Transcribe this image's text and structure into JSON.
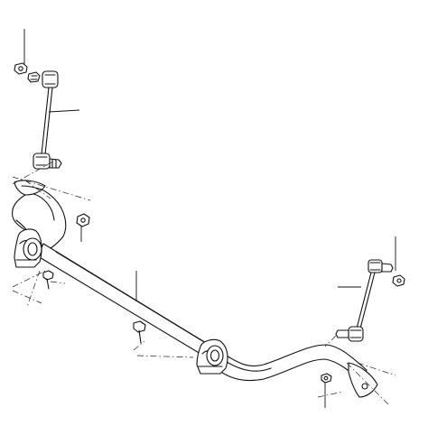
{
  "diagram": {
    "background": "#ffffff",
    "line_color": "#111111",
    "parts": [
      {
        "id": "stabilizer-bar",
        "icon": "anti-roll-bar"
      },
      {
        "id": "left-drop-link",
        "icon": "drop-link"
      },
      {
        "id": "right-drop-link",
        "icon": "drop-link"
      },
      {
        "id": "left-bush-clamp",
        "icon": "bush-clamp"
      },
      {
        "id": "right-bush-clamp",
        "icon": "bush-clamp"
      },
      {
        "id": "upper-nuts",
        "icon": "hex-nut"
      },
      {
        "id": "clamp-bolts",
        "icon": "flange-bolt"
      }
    ],
    "callout_labels": []
  }
}
